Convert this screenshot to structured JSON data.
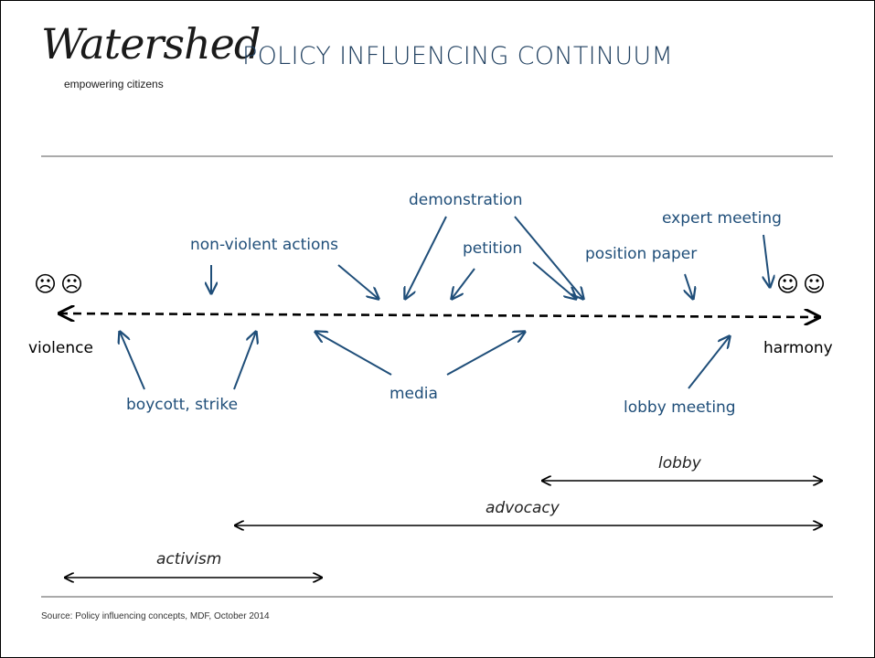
{
  "logo": {
    "wordmark": "Watershed",
    "tagline": "empowering citizens"
  },
  "title": "POLICY INFLUENCING CONTINUUM",
  "continuum": {
    "left_end": "violence",
    "right_end": "harmony",
    "left_faces": "☹☹",
    "right_faces": "☺☺"
  },
  "actions": {
    "non_violent_actions": "non-violent actions",
    "demonstration": "demonstration",
    "petition": "petition",
    "position_paper": "position paper",
    "expert_meeting": "expert meeting",
    "boycott_strike": "boycott, strike",
    "media": "media",
    "lobby_meeting": "lobby meeting"
  },
  "categories": {
    "lobby": "lobby",
    "advocacy": "advocacy",
    "activism": "activism"
  },
  "source": "Source: Policy influencing concepts, MDF, October 2014",
  "colors": {
    "arrow_blue": "#1f4e79",
    "line_black": "#000000",
    "title_text": "#1f3f5f"
  }
}
